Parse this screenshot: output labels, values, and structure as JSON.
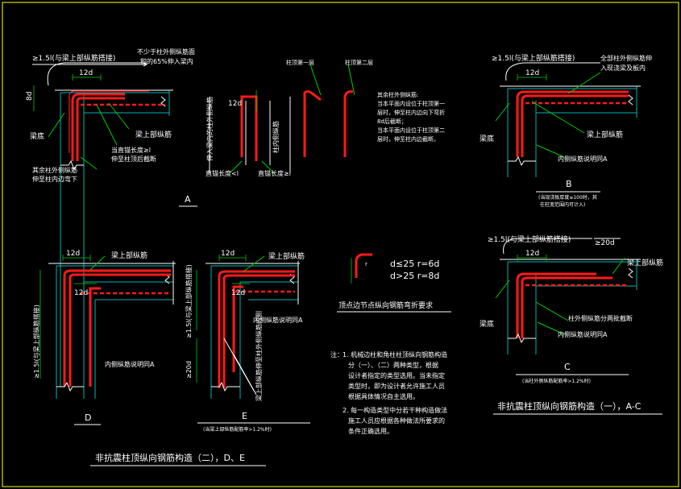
{
  "labels": {
    "top_left_anchor": "≥1.5l(与梁上部纵筋搭接)",
    "top_left_note1": "不少于柱外侧纵筋面",
    "top_left_note2": "积的65%伸入梁内",
    "d12": "12d",
    "d8": "8d",
    "beam_bottom": "梁底",
    "beam_top_bar": "梁上部纵筋",
    "other_bars1": "其余柱外侧纵筋",
    "other_bars2": "伸至柱内边弯下",
    "straight_hint1": "当直锚长度≥l",
    "straight_hint2": "伸至柱顶后截断",
    "col_inner_label": "伸入梁内的柱外侧纵筋",
    "col_corner_label": "柱内侧纵筋",
    "straight_len_lt": "直锚长度<l",
    "straight_len_ge": "直锚长度≥l",
    "top_bar_1": "柱顶第一层",
    "top_bar_2": "柱顶第二层",
    "note_head": "其余柱外侧纵筋:",
    "note_1": "当本平面内设位于柱顶第一",
    "note_2": "层时，伸至柱内边向下弯折",
    "note_3": "8d后截断；",
    "note_4": "当本平面内设位于柱顶第二",
    "note_5": "层时，伸至柱内边截断。",
    "fig_a": "A",
    "top_right_anchor": "≥1.5l(与梁上部纵筋搭接)",
    "top_right_note1": "全部柱外侧纵筋伸",
    "top_right_note2": "入现浇梁及板内",
    "inner_see_a": "内侧纵筋说明同A",
    "fig_b": "B",
    "fig_b_note1": "(当现浇板厚度≥100时，其",
    "fig_b_note2": "在柱宽范围内可计入)",
    "bend_d1": "d≤25  r=6d",
    "bend_d2": "d>25  r=8d",
    "bend_r": "r",
    "bend_title": "顶点边节点纵向钢筋弯折要求",
    "c_anchor": "≥1.5l(与梁上部纵筋搭接)",
    "c_20d": "≥20d",
    "c_bar_cut": "柱外侧纵筋分两批截断",
    "fig_c": "C",
    "fig_c_note": "(当柱外侧纵筋配筋率>1.2%时)",
    "title_right": "非抗震柱顶纵向钢筋构造（一），A-C",
    "d_vertical": "≥1.5l(与梁上部纵筋搭接)",
    "d_inner": "内侧纵筋说明同A",
    "fig_d": "D",
    "e_vertical": "≥1.5l(与梁上部纵筋搭接)",
    "e_20d": "≥20d",
    "e_inner": "内侧纵筋说明同A",
    "e_top_bar": "梁上部纵筋伸至柱外侧纵筋内侧",
    "fig_e": "E",
    "fig_e_note": "(当梁上部纵筋配筋率>1.2%时)",
    "title_left": "非抗震柱顶纵向钢筋构造（二），D、E",
    "notes_title": "注：",
    "note_a1": "1. 机械边柱和角柱柱顶纵向钢筋构造",
    "note_a2": "分（一）、（二）两种类型，根据",
    "note_a3": "设计者指定的类型选用。当未指定",
    "note_a4": "类型时，即为设计者允许施工人员",
    "note_a5": "根据具体情况自主选用。",
    "note_b1": "2. 每一构造类型中分若干种构造做法",
    "note_b2": "施工人员应根据各种做法所要求的",
    "note_b3": "条件正确选用。"
  },
  "colors": {
    "background": "#000000",
    "frame": "#ffff00",
    "text": "#ffffff",
    "rebar": "#ff1a1a",
    "concrete": "#00b3b3",
    "leader": "#00cc00"
  }
}
